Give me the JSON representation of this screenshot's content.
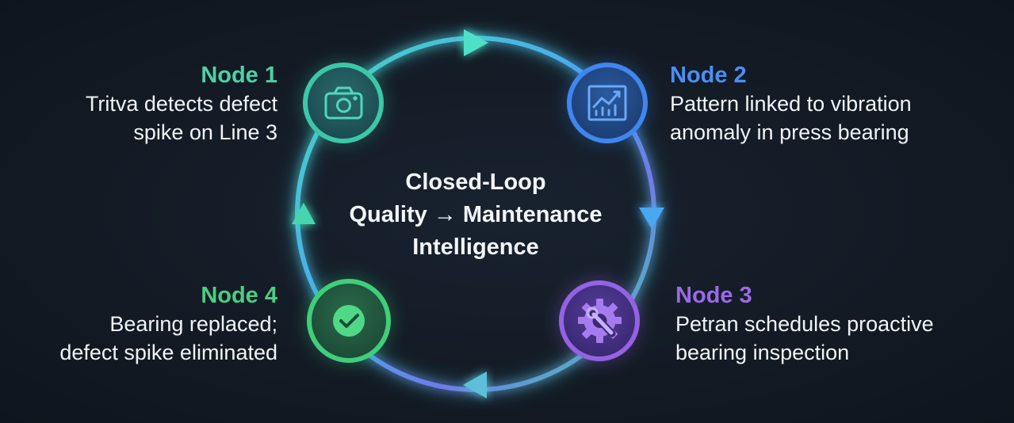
{
  "diagram": {
    "center_title": [
      "Closed-Loop",
      "Quality → Maintenance",
      "Intelligence"
    ],
    "nodes": [
      {
        "id": "node-1",
        "title": "Node 1",
        "description": [
          "Tritva detects defect",
          "spike on Line 3"
        ],
        "icon": "camera-icon",
        "color": "#3cc7a8"
      },
      {
        "id": "node-2",
        "title": "Node 2",
        "description": [
          "Pattern linked to vibration",
          "anomaly in press bearing"
        ],
        "icon": "chart-icon",
        "color": "#3f86ef"
      },
      {
        "id": "node-3",
        "title": "Node 3",
        "description": [
          "Petran schedules proactive",
          "bearing inspection"
        ],
        "icon": "gear-wrench-icon",
        "color": "#9462e2"
      },
      {
        "id": "node-4",
        "title": "Node 4",
        "description": [
          "Bearing replaced;",
          "defect spike eliminated"
        ],
        "icon": "check-icon",
        "color": "#3fcf7a"
      }
    ],
    "loop": {
      "direction": "clockwise",
      "arrow_count": 4,
      "colors": [
        "#4fe0c8",
        "#4a9cf0",
        "#6f7be8",
        "#45d6b0"
      ]
    }
  }
}
